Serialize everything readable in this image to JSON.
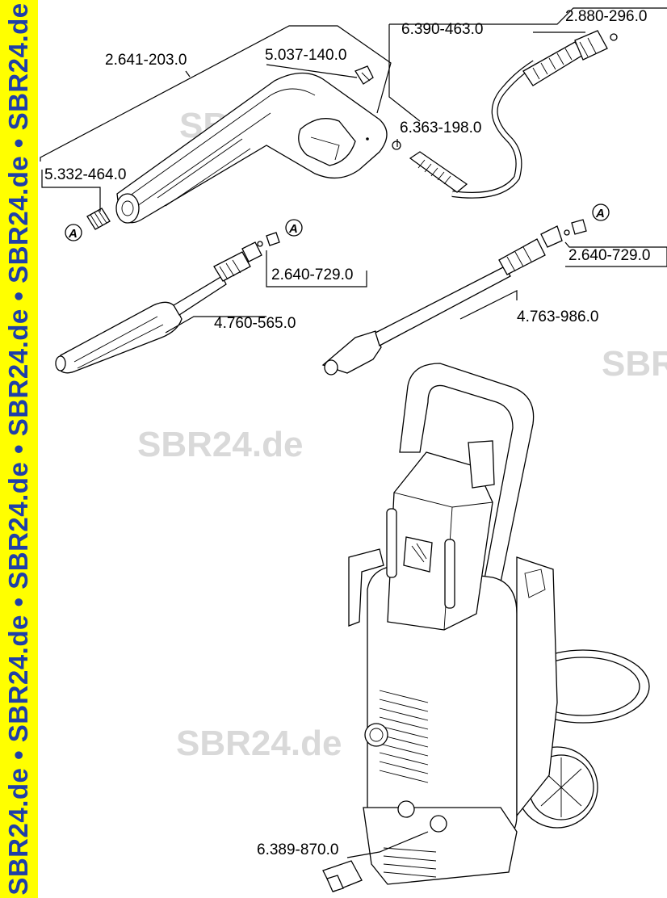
{
  "sidebar": {
    "watermark": "SBR24.de • SBR24.de • SBR24.de • SBR24.de • SBR24.de • SBR24.de"
  },
  "watermarks": [
    "SBR24.de",
    "SBR24.de",
    "SBR24.de",
    "SBR24.de"
  ],
  "callout_ref": "A",
  "parts": {
    "handle_gun": "2.641-203.0",
    "clip": "5.037-140.0",
    "hose": "6.390-463.0",
    "hose_nut": "2.880-296.0",
    "oring": "6.363-198.0",
    "spring_adapter": "5.332-464.0",
    "nozzle_kit_left": "2.640-729.0",
    "spray_lance": "4.760-565.0",
    "nozzle_kit_right": "2.640-729.0",
    "dirt_blaster": "4.763-986.0",
    "water_connector": "6.389-870.0"
  }
}
